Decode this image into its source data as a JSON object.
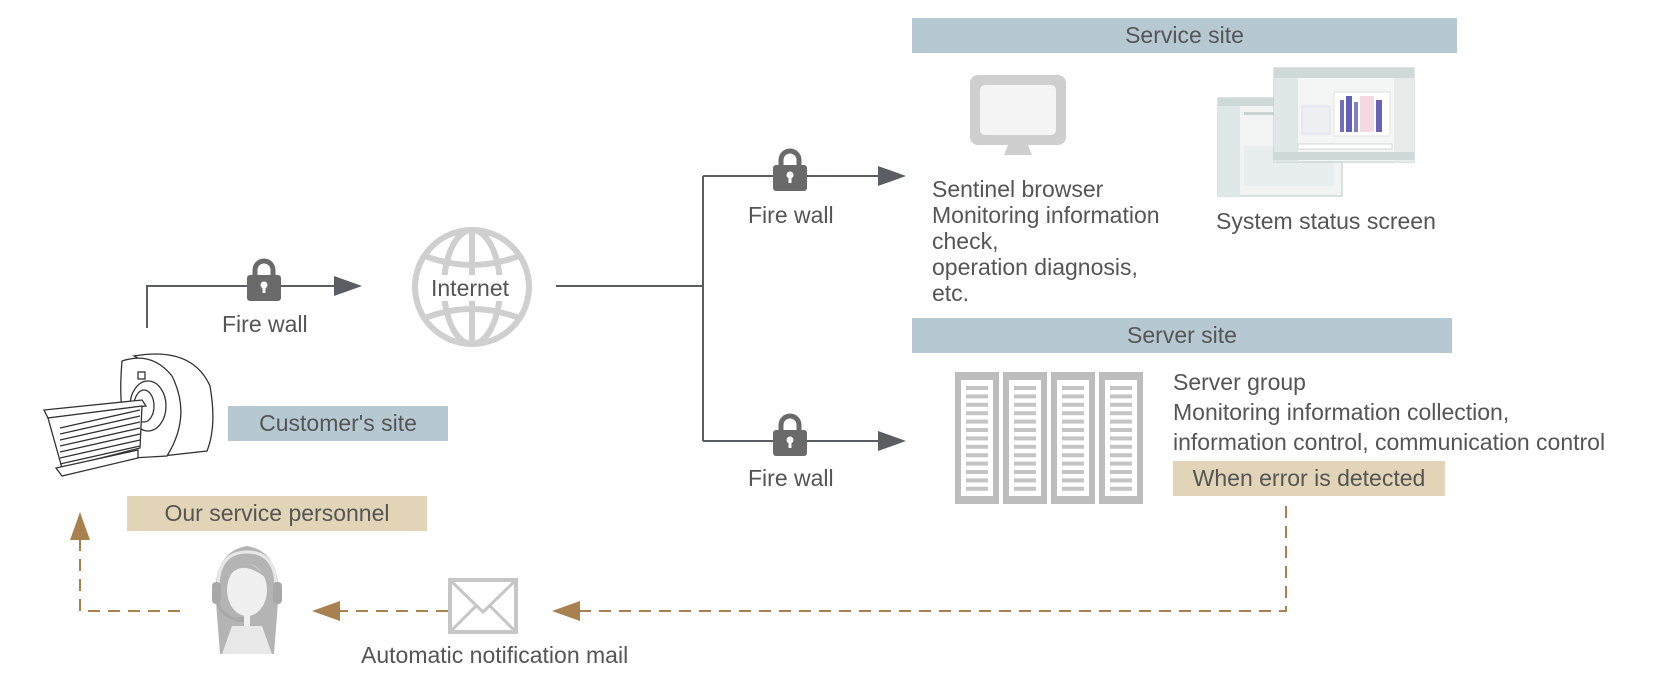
{
  "diagram": {
    "colors": {
      "line": "#555a5e",
      "lock": "#6a6a6a",
      "icon_gray": "#c8c8c8",
      "band_blue": "#b6c9d2",
      "band_tan": "#e2d4b6",
      "notify_line": "#a8814f"
    },
    "customer": {
      "label": "Customer's site",
      "icon": "mri-scanner-icon"
    },
    "firewalls": [
      {
        "label": "Fire wall",
        "icon": "lock-icon"
      },
      {
        "label": "Fire wall",
        "icon": "lock-icon"
      },
      {
        "label": "Fire wall",
        "icon": "lock-icon"
      }
    ],
    "internet": {
      "label": "Internet",
      "icon": "globe-icon"
    },
    "service_site": {
      "title": "Service site",
      "browser": {
        "icon": "monitor-icon",
        "lines": [
          "Sentinel browser",
          "Monitoring information",
          "check,",
          "operation diagnosis,",
          "etc."
        ]
      },
      "status_screen": {
        "icon": "screenshot-thumbnail",
        "label": "System status screen"
      }
    },
    "server_site": {
      "title": "Server site",
      "icon": "server-rack-icon",
      "lines": [
        "Server group",
        "Monitoring information collection,",
        "information control, communication control"
      ],
      "error_badge": "When error is detected"
    },
    "notification": {
      "mail_label": "Automatic notification mail",
      "mail_icon": "envelope-icon",
      "personnel_label": "Our service personnel",
      "personnel_icon": "operator-headset-icon"
    }
  }
}
